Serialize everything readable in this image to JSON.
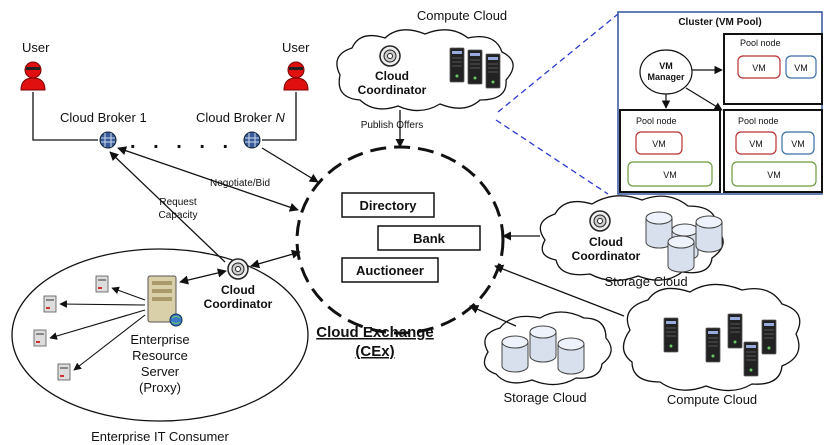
{
  "users": {
    "left": "User",
    "right": "User"
  },
  "brokers": {
    "first": "Cloud Broker 1",
    "last_prefix": "Cloud Broker ",
    "last_suffix": "N"
  },
  "arrows": {
    "publish_offers": "Publish Offers",
    "negotiate_bid": "Negotiate/Bid",
    "request_line1": "Request",
    "request_line2": "Capacity"
  },
  "exchange": {
    "directory": "Directory",
    "bank": "Bank",
    "auctioneer": "Auctioneer",
    "name_line1": "Cloud Exchange",
    "name_line2": "(CEx)"
  },
  "coordinator": {
    "line1": "Cloud",
    "line2": "Coordinator"
  },
  "clouds": {
    "compute_top": "Compute Cloud",
    "storage_right": "Storage Cloud",
    "storage_bottom": "Storage Cloud",
    "compute_bottom": "Compute Cloud"
  },
  "cluster": {
    "title": "Cluster (VM Pool)",
    "vm_manager_line1": "VM",
    "vm_manager_line2": "Manager",
    "pool_node": "Pool node",
    "vm": "VM"
  },
  "enterprise": {
    "server_line1": "Enterprise",
    "server_line2": "Resource",
    "server_line3": "Server",
    "server_line4": "(Proxy)",
    "consumer": "Enterprise IT Consumer"
  },
  "colors": {
    "user_red": "#e01010",
    "vm_red": "#b83030",
    "vm_blue": "#3a6ea8",
    "vm_green": "#6a9a3a",
    "cluster_border": "#3050a0",
    "dashed_blue": "#2a3ad0"
  }
}
